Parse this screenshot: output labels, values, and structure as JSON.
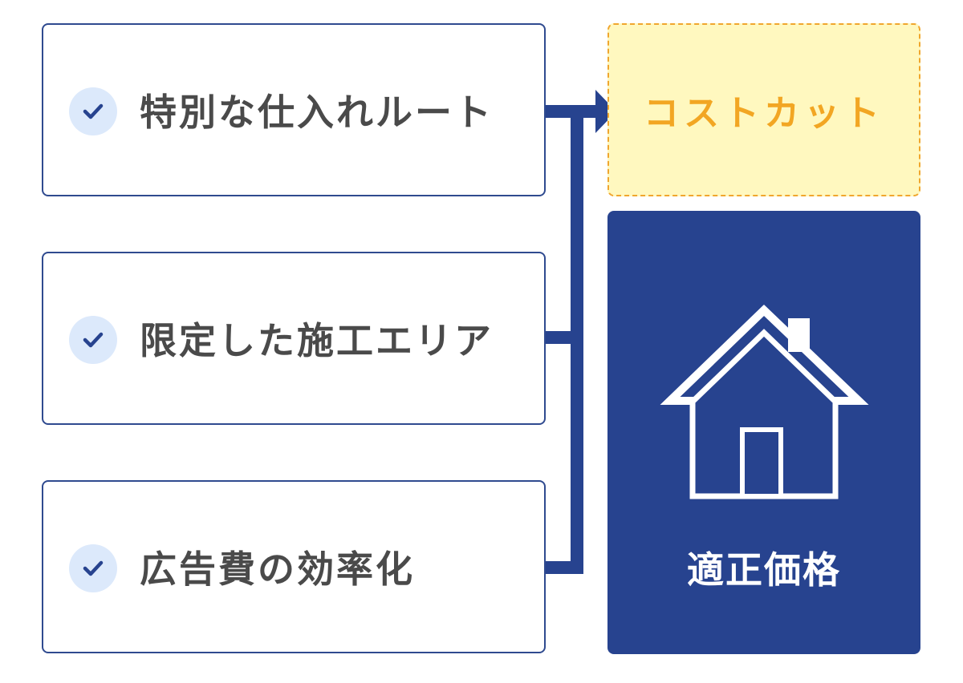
{
  "items": [
    {
      "label": "特別な仕入れルート"
    },
    {
      "label": "限定した施工エリア"
    },
    {
      "label": "広告費の効率化"
    }
  ],
  "result": {
    "cost_label": "コストカット",
    "price_label": "適正価格"
  },
  "icons": {
    "check": "check-icon",
    "house": "house-icon",
    "arrow": "arrow-right-icon"
  },
  "colors": {
    "navy": "#27438f",
    "check_bg": "#dce9fb",
    "cost_bg": "#fff8bf",
    "cost_text": "#f2a623",
    "text": "#4a4a4a"
  }
}
